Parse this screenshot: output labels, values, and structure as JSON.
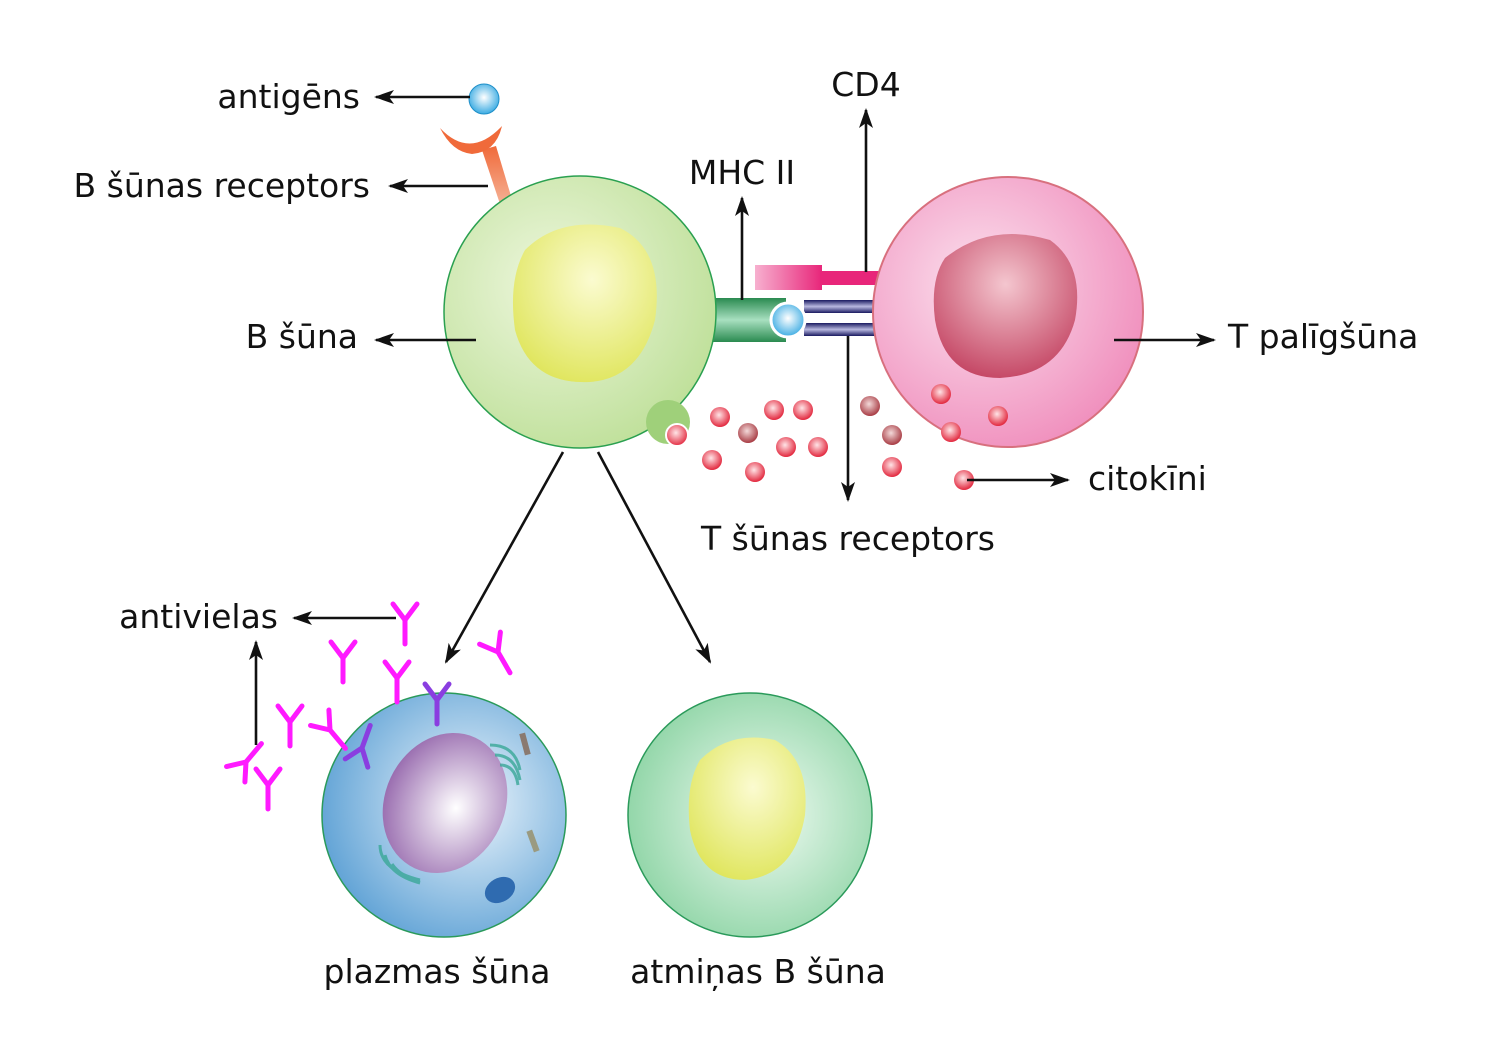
{
  "title": "B and T helper cell interaction diagram",
  "labels": {
    "antigen": "antigēns",
    "b_cell_receptor": "B šūnas receptors",
    "b_cell": "B šūna",
    "mhc2": "MHC II",
    "cd4": "CD4",
    "t_helper_cell": "T palīgšūna",
    "cytokines": "citokīni",
    "t_cell_receptor": "T šūnas receptors",
    "antibodies": "antivielas",
    "plasma_cell": "plazmas šūna",
    "memory_b_cell": "atmiņas B šūna"
  },
  "colors": {
    "b_cell": "#c9e6a6",
    "b_cell_nucleus": "#e6ec6a",
    "t_cell": "#f4a3c7",
    "t_cell_nucleus": "#c8506c",
    "antigen": "#39aee6",
    "receptor": "#f06a3a",
    "mhc2": "#2e9a5a",
    "cd4": "#e8357f",
    "tcr": "#1e1e6e",
    "cytokine": "#e8344a",
    "antibody": "#ff1aff",
    "plasma_cell": "#6aa8d8",
    "plasma_nucleus": "#a07ab8",
    "memory_cell": "#8fd6a6",
    "memory_nucleus": "#e6ec6a"
  }
}
